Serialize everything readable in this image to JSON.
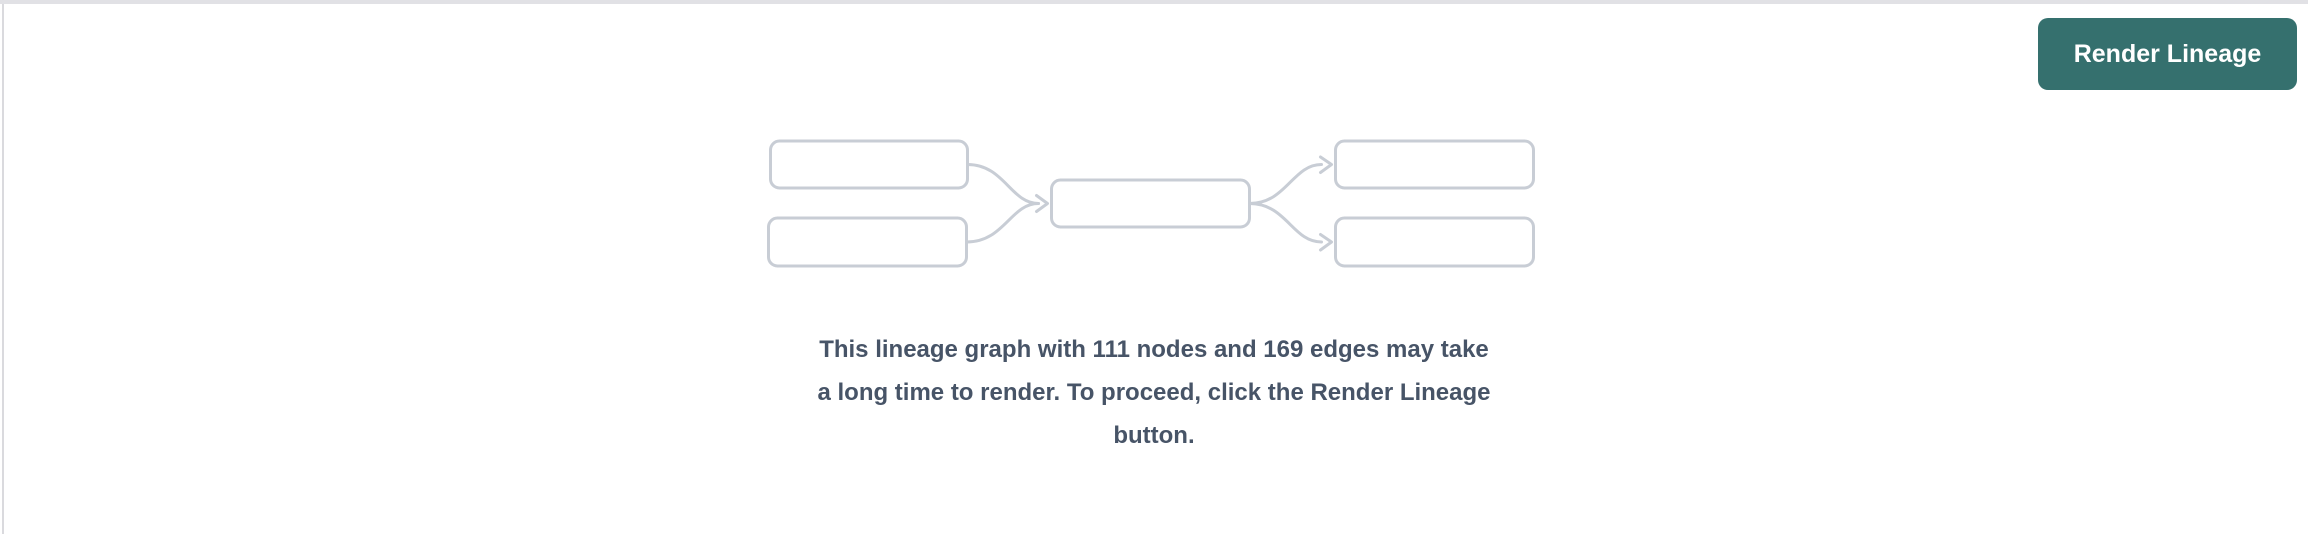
{
  "page": {
    "background_color": "#ffffff",
    "top_bar_color": "#e1e1e5",
    "left_border_color": "#dadade"
  },
  "toolbar": {
    "render_lineage_label": "Render Lineage",
    "button_color": "#35706e",
    "button_text_color": "#ffffff"
  },
  "empty_state": {
    "illustration": {
      "name": "lineage-graph-preview",
      "node_fill_color": "#ffffff",
      "node_border_color": "#c8cdd5",
      "edge_color": "#c8cdd5",
      "node_box_count": 5,
      "edge_arrow_count": 4
    },
    "message": {
      "full_text": "This lineage graph with 111 nodes and 169 edges may take a long time to render. To proceed, click the Render Lineage button.",
      "lines": [
        "This lineage graph with 111 nodes and 169 edges may take",
        "a long time to render. To proceed, click the Render Lineage",
        "button."
      ],
      "text_color": "#475467"
    },
    "stats": {
      "node_count": "111",
      "edge_count": "169"
    }
  }
}
